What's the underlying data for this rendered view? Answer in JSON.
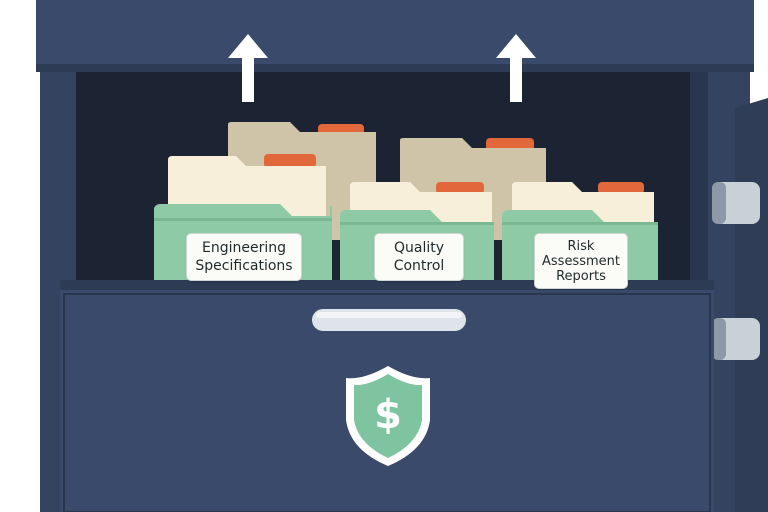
{
  "folders": [
    {
      "id": "engineering",
      "lines": [
        "Engineering",
        "Specifications"
      ]
    },
    {
      "id": "quality",
      "lines": [
        "Quality",
        "Control"
      ]
    },
    {
      "id": "risk",
      "lines": [
        "Risk",
        "Assessment",
        "Reports"
      ]
    }
  ],
  "icons": {
    "arrows": "arrow-up-icon",
    "emblem": "dollar-shield-icon"
  },
  "colors": {
    "cabinet": "#3a4a6b",
    "cabinet_dark": "#263246",
    "interior": "#1c2433",
    "folder_green": "#8fcaa6",
    "folder_cream": "#f7efd9",
    "folder_beige": "#cfc4a8",
    "tab_orange": "#e2683b",
    "shield_green": "#7fc4a0"
  }
}
